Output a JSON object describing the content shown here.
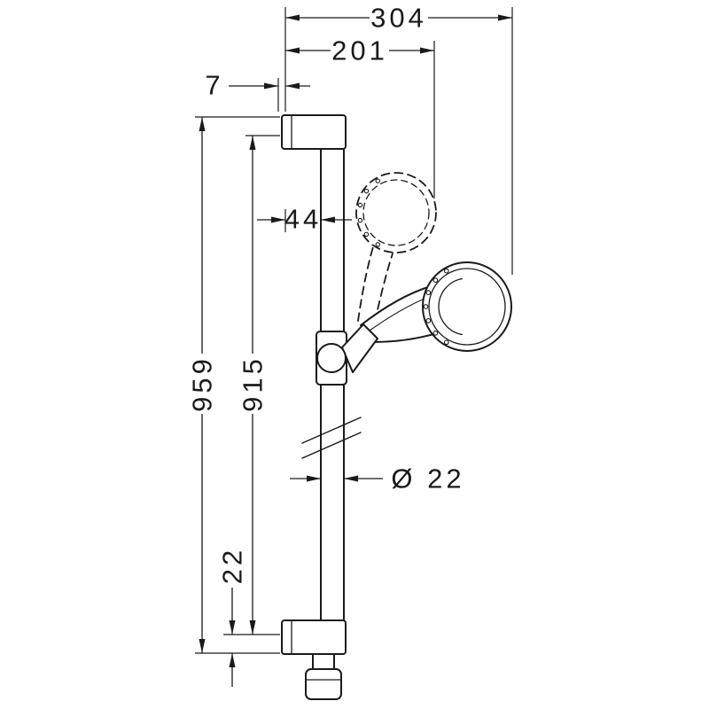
{
  "dimensions": {
    "total_reach": "304",
    "upper_reach": "201",
    "top_gap": "7",
    "rail_offset": "44",
    "bar_length": "959",
    "mounting_holes": "915",
    "rail_diameter": "Ø 22",
    "end_offset": "22"
  }
}
